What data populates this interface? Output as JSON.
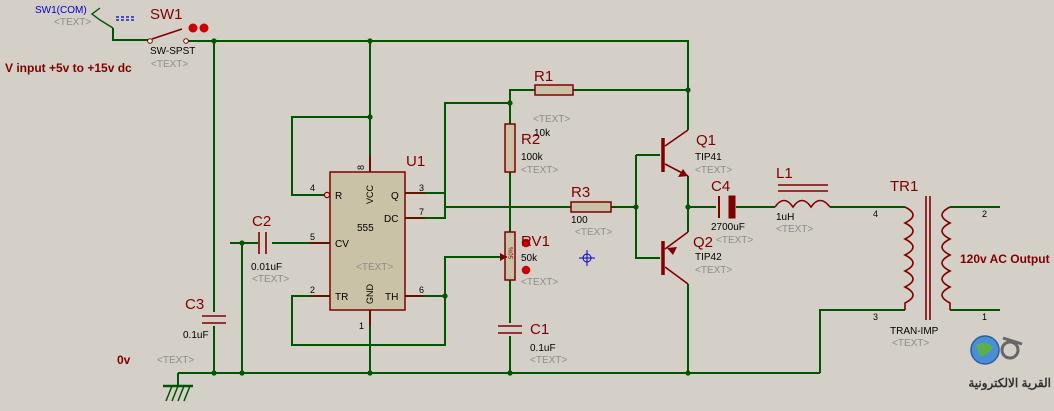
{
  "switch": {
    "port_label": "SW1(COM)",
    "port_text": "<TEXT>",
    "ref": "SW1",
    "value": "SW-SPST",
    "text": "<TEXT>"
  },
  "notes": {
    "input": "V input  +5v to  +15v dc",
    "ground": "0v",
    "ground_text": "<TEXT>",
    "output": "120v AC  Output"
  },
  "ic": {
    "ref": "U1",
    "part": "555",
    "text": "<TEXT>",
    "pins": {
      "vcc_num": "8",
      "vcc_name": "VCC",
      "r_num": "4",
      "r_name": "R",
      "q_num": "3",
      "q_name": "Q",
      "dc_num": "7",
      "dc_name": "DC",
      "cv_num": "5",
      "cv_name": "CV",
      "tr_num": "2",
      "tr_name": "TR",
      "th_num": "6",
      "th_name": "TH",
      "gnd_num": "1",
      "gnd_name": "GND"
    }
  },
  "components": {
    "r1": {
      "ref": "R1",
      "value": "10k",
      "text": "<TEXT>"
    },
    "r2": {
      "ref": "R2",
      "value": "100k",
      "text": "<TEXT>"
    },
    "r3": {
      "ref": "R3",
      "value": "100",
      "text": "<TEXT>"
    },
    "rv1": {
      "ref": "RV1",
      "value": "50k",
      "text": "<TEXT>",
      "pct": "50%"
    },
    "c1": {
      "ref": "C1",
      "value": "0.1uF",
      "text": "<TEXT>"
    },
    "c2": {
      "ref": "C2",
      "value": "0.01uF",
      "text": "<TEXT>"
    },
    "c3": {
      "ref": "C3",
      "value": "0.1uF"
    },
    "c4": {
      "ref": "C4",
      "value": "2700uF",
      "text": "<TEXT>"
    },
    "q1": {
      "ref": "Q1",
      "value": "TIP41",
      "text": "<TEXT>"
    },
    "q2": {
      "ref": "Q2",
      "value": "TIP42",
      "text": "<TEXT>"
    },
    "l1": {
      "ref": "L1",
      "value": "1uH",
      "text": "<TEXT>"
    },
    "tr1": {
      "ref": "TR1",
      "value": "TRAN-IMP",
      "text": "<TEXT>",
      "pin_pri_top": "4",
      "pin_pri_bot": "3",
      "pin_sec_top": "2",
      "pin_sec_bot": "1"
    }
  },
  "logo": {
    "text": "القرية الالكترونية"
  },
  "colors": {
    "background": "#d4d0c8",
    "wire": "#005500",
    "component": "#800000",
    "placeholder": "#8c8c8c"
  }
}
